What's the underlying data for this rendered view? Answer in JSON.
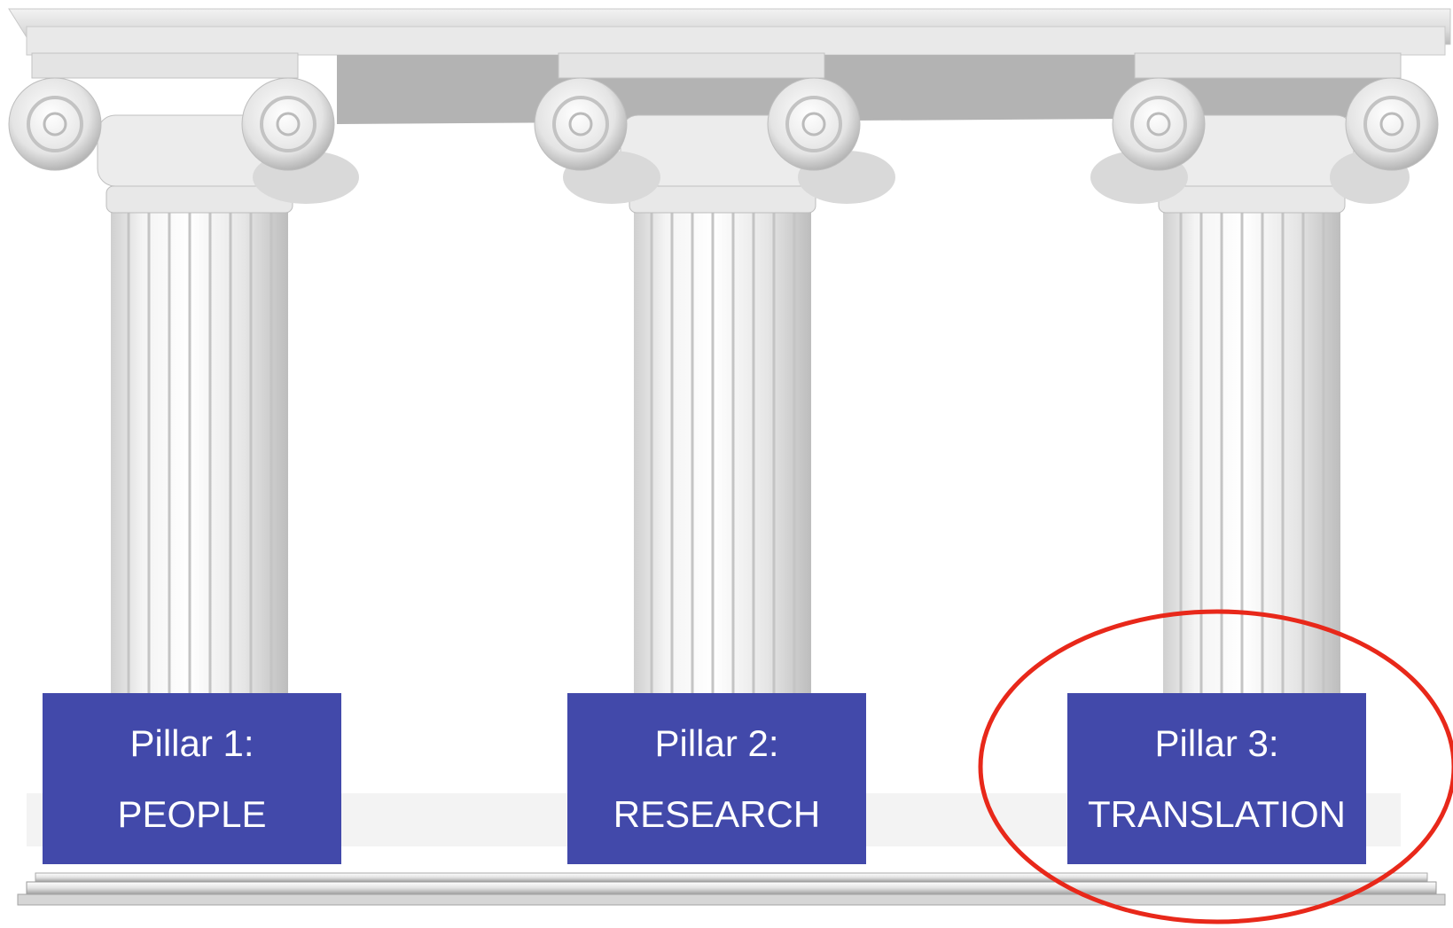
{
  "pillars": [
    {
      "line1": "Pillar 1:",
      "line2": "PEOPLE"
    },
    {
      "line1": "Pillar 2:",
      "line2": "RESEARCH"
    },
    {
      "line1": "Pillar 3:",
      "line2": "TRANSLATION"
    }
  ],
  "colors": {
    "label_background": "#4249aa",
    "label_text": "#ffffff",
    "highlight_ring": "#e8281a",
    "marble_light": "#f7f7f7",
    "marble_shadow": "#b9b9b9"
  },
  "highlighted_pillar": 3
}
